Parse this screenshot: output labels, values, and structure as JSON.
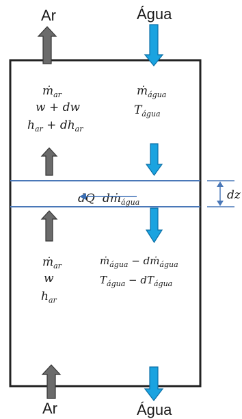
{
  "labels": {
    "air_top": "Ar",
    "water_top": "Água",
    "air_bottom": "Ar",
    "water_bottom": "Água",
    "dz": "dz"
  },
  "top_left": {
    "line1": {
      "main": "ṁ",
      "sub": "ar",
      "rest": ""
    },
    "line2": {
      "main": "w + dw",
      "sub": "",
      "rest": ""
    },
    "line3": {
      "main": "h",
      "sub": "ar",
      "rest": " + dh",
      "sub2": "ar"
    }
  },
  "top_right": {
    "line1": {
      "main": "ṁ",
      "sub": "água"
    },
    "line2": {
      "main": "T",
      "sub": "água"
    }
  },
  "middle": {
    "dq": "dQ",
    "dm_main": "dṁ",
    "dm_sub": "água"
  },
  "bottom_left": {
    "line1": {
      "main": "ṁ",
      "sub": "ar"
    },
    "line2": {
      "main": "w"
    },
    "line3": {
      "main": "h",
      "sub": "ar"
    }
  },
  "bottom_right": {
    "line1": {
      "a": "ṁ",
      "a_sub": "água",
      "b": " − dṁ",
      "b_sub": "água"
    },
    "line2": {
      "a": "T",
      "a_sub": "água",
      "b": " − dT",
      "b_sub": "água"
    }
  },
  "colors": {
    "water_arrow": "#1aa3e0",
    "water_arrow_edge": "#0a6fa6",
    "air_arrow": "#6b6b6b",
    "air_arrow_edge": "#333333",
    "slice_line": "#4a78b8",
    "box": "#222222"
  },
  "icons": {
    "air_flow": "up-arrow",
    "water_flow": "down-arrow",
    "heat_flow": "left-arrow",
    "dimension": "double-headed-vertical-arrow"
  }
}
